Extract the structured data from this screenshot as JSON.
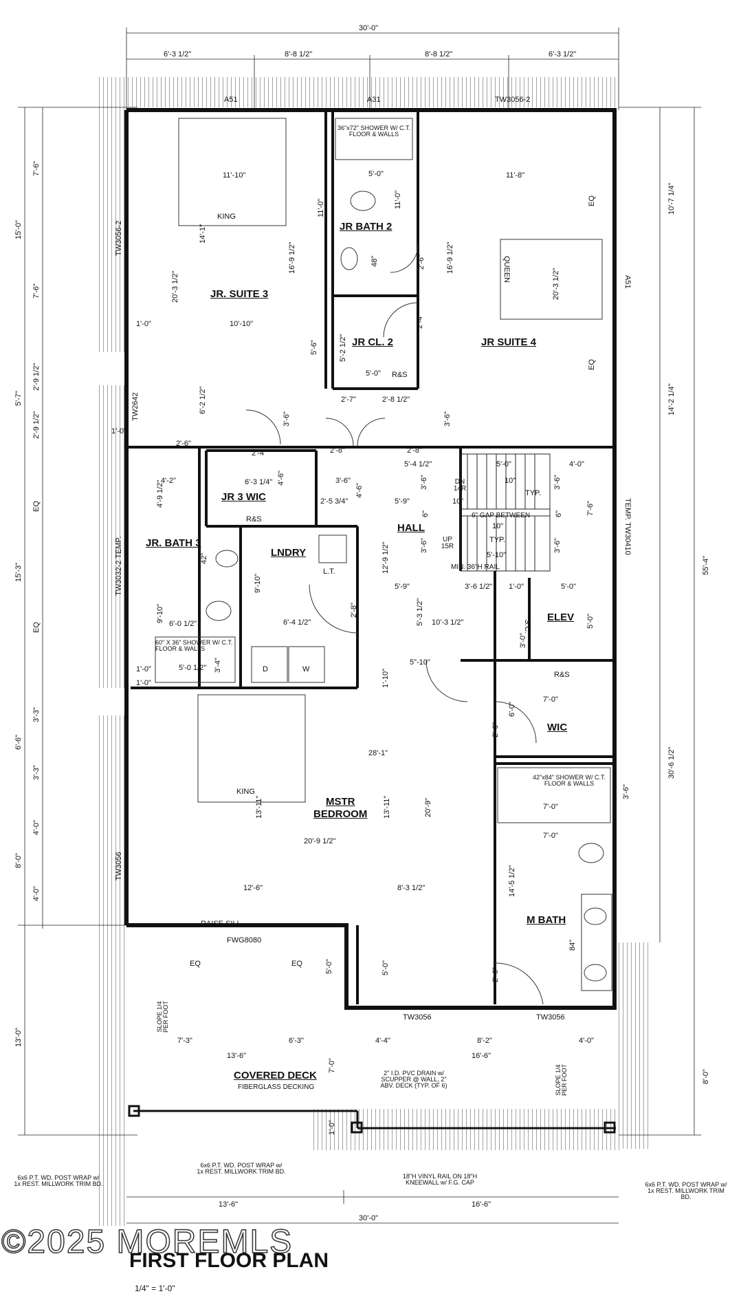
{
  "title": "FIRST FLOOR PLAN",
  "scale": "1/4\" = 1'-0\"",
  "watermark": "©2025 MOREMLS",
  "rooms": {
    "jr_suite_3": "JR. SUITE 3",
    "jr_bath_2": "JR BATH 2",
    "jr_cl_2": "JR CL. 2",
    "jr_suite_4": "JR SUITE 4",
    "jr_3_wic": "JR 3 WIC",
    "hall": "HALL",
    "jr_bath_3": "JR. BATH 3",
    "lndry": "LNDRY",
    "elev": "ELEV",
    "wic": "WIC",
    "mstr_bedroom_1": "MSTR",
    "mstr_bedroom_2": "BEDROOM",
    "m_bath": "M BATH",
    "covered_deck": "COVERED DECK"
  },
  "fixtures": {
    "king_1": "KING",
    "king_2": "KING",
    "queen": "QUEEN",
    "dryer": "D",
    "washer": "W",
    "lt": "L.T.",
    "rs_1": "R&S",
    "rs_2": "R&S",
    "rs_3": "R&S"
  },
  "windows": {
    "a51_top": "A51",
    "a31_top": "A31",
    "tw3056_2_top": "TW3056-2",
    "tw3056_2_left": "TW3056-2",
    "tw2642": "TW2642",
    "tw3032_2_temp": "TW3032-2 TEMP.",
    "tw3056_left": "TW3056",
    "a51_right": "A51",
    "tw30410_temp": "TEMP. TW30410",
    "fwg8080": "FWG8080",
    "raise_sill": "RAISE SILL",
    "tw3056_bot_1": "TW3056",
    "tw3056_bot_2": "TW3056"
  },
  "notes": {
    "shower_jr2": "36\"x72\" SHOWER W/ C.T. FLOOR & WALLS",
    "shower_jr3": "60\" X 36\" SHOWER W/ C.T. FLOOR & WALLS",
    "shower_master": "42\"x84\" SHOWER W/ C.T. FLOOR & WALLS",
    "gap_between": "6\" GAP BETWEEN",
    "min_rail": "MIN. 36\"H RAIL",
    "dn": "DN 14R",
    "up": "UP 15R",
    "typ_1": "TYP.",
    "typ_2": "TYP.",
    "sc": "S.C.",
    "fiberglass": "FIBERGLASS DECKING",
    "slope_left": "SLOPE 1/4 PER FOOT",
    "slope_right": "SLOPE 1/4 PER FOOT",
    "pvc_drain": "2\" I.D. PVC DRAIN w/ SCUPPER @ WALL, 2\" ABV. DECK (TYP. OF 6)",
    "post_left": "6x6 P.T. WD. POST WRAP w/ 1x REST. MILLWORK TRIM BD.",
    "post_mid": "6x6 P.T. WD. POST WRAP w/ 1x REST. MILLWORK TRIM BD.",
    "post_right": "6x6 P.T. WD. POST WRAP w/ 1x REST. MILLWORK TRIM BD.",
    "vinyl_rail": "18\"H VINYL RAIL ON 18\"H KNEEWALL w/ F.G. CAP"
  },
  "dims": {
    "top_overall": "30'-0\"",
    "top_a": "6'-3 1/2\"",
    "top_b": "8'-8 1/2\"",
    "top_c": "8'-8 1/2\"",
    "top_d": "6'-3 1/2\"",
    "bot_overall": "30'-0\"",
    "bot_a": "13'-6\"",
    "bot_b": "16'-6\"",
    "left_1": "7'-6\"",
    "left_2": "15'-0\"",
    "left_3": "7'-6\"",
    "left_4": "2'-9 1/2\"",
    "left_5": "5'-7\"",
    "left_6": "2'-9 1/2\"",
    "left_7": "EQ",
    "left_8": "15'-3\"",
    "left_9": "EQ",
    "left_10": "3'-3\"",
    "left_11": "6'-6\"",
    "left_12": "3'-3\"",
    "left_13": "4'-0\"",
    "left_14": "8'-0\"",
    "left_15": "4'-0\"",
    "left_16": "13'-0\"",
    "right_1": "10'-7 1/4\"",
    "right_2": "14'-2 1/4\"",
    "right_3": "55'-4\"",
    "right_4": "30'-6 1/2\"",
    "right_5": "8'-0\"",
    "s3_w": "11'-10\"",
    "s3_h": "20'-3 1/2\"",
    "s3_h2": "14'-1\"",
    "s3_w2": "10'-10\"",
    "s3_h3": "6'-2 1/2\"",
    "s3_h4": "16'-9 1/2\"",
    "jb2_w": "5'-0\"",
    "jb2_h": "11'-0\"",
    "jb2_h2": "11'-0\"",
    "jb2_48": "48\"",
    "jb2_door": "2'-6\"",
    "s4_w": "11'-8\"",
    "s4_h": "16'-9 1/2\"",
    "s4_h2": "20'-3 1/2\"",
    "s4_eq1": "EQ",
    "s4_eq2": "EQ",
    "cl2_h": "5'-2 1/2\"",
    "cl2_w": "5'-0\"",
    "cl2_h2": "5'-6\"",
    "cl2_door": "2'-4\"",
    "d_27": "2'-7\"",
    "d_2812": "2'-8 1/2\"",
    "d_36a": "3'-6\"",
    "d_36b": "3'-6\"",
    "d_26": "2'-6\"",
    "d_24": "2'-4\"",
    "d_28a": "2'-8\"",
    "d_28b": "2'-8\"",
    "d_10a": "1'-0\"",
    "d_10b": "1'-0\"",
    "d_10c": "1'-0\"",
    "wic3_w": "6'-3 1/4\"",
    "wic3_h": "4'-6\"",
    "d_42": "4'-2\"",
    "d_4912": "4'-9 1/2\"",
    "d_3612": "3'-6\"",
    "d_25": "2'-5 3/4\"",
    "d_46": "4'-6\"",
    "d_5412": "5'-4 1/2\"",
    "d_59": "5'-9\"",
    "d_50": "5'-0\"",
    "d_40": "4'-0\"",
    "d_10typ": "10\"",
    "d_10b2": "10\"",
    "d_10c2": "10\"",
    "d_36c": "3'-6\"",
    "d_36d": "3'-6\"",
    "d_76": "7'-6\"",
    "d_6a": "6\"",
    "d_6b": "6\"",
    "d_510": "5'-10\"",
    "d_12912": "12'-9 1/2\"",
    "d_36e": "3'-6\"",
    "d_36f": "3'-6\"",
    "d_59b": "5'-9\"",
    "d_3612b": "3'-6 1/2\"",
    "d_10d": "1'-0\"",
    "d_50b": "5'-0\"",
    "d_50c": "5'-0\"",
    "d_30": "3'-0\"",
    "d_42in": "42\"",
    "d_910": "9'-10\"",
    "d_910b": "9'-10\"",
    "d_6012": "6'-0 1/2\"",
    "d_6412": "6'-4 1/2\"",
    "d_5012": "5'-0 1/2\"",
    "d_34": "3'-4\"",
    "d_10e": "1'-0\"",
    "d_28c": "2'-8\"",
    "d_5312": "5'-3 1/2\"",
    "d_10312": "10'-3 1/2\"",
    "d_510b": "5\"-10\"",
    "d_110": "1'-10\"",
    "d_70": "7'-0\"",
    "d_60": "6'-0\"",
    "d_26b": "2'-6\"",
    "d_281": "28'-1\"",
    "d_1311": "13'-11\"",
    "d_1311b": "13'-11\"",
    "d_209": "20'-9\"",
    "d_20912": "20'-9 1/2\"",
    "d_70b": "7'-0\"",
    "d_36g": "3'-6\"",
    "d_70c": "7'-0\"",
    "d_126": "12'-6\"",
    "d_8312": "8'-3 1/2\"",
    "d_14512": "14'-5 1/2\"",
    "d_84": "84\"",
    "d_50d": "5'-0\"",
    "d_50e": "5'-0\"",
    "d_26c": "2'-6\"",
    "d_eq1": "EQ",
    "d_eq2": "EQ",
    "d_73": "7'-3\"",
    "d_63": "6'-3\"",
    "d_44": "4'-4\"",
    "d_82": "8'-2\"",
    "d_40b": "4'-0\"",
    "d_136": "13'-6\"",
    "d_166": "16'-6\"",
    "d_70d": "7'-0\"",
    "d_10f": "1'-0\""
  }
}
